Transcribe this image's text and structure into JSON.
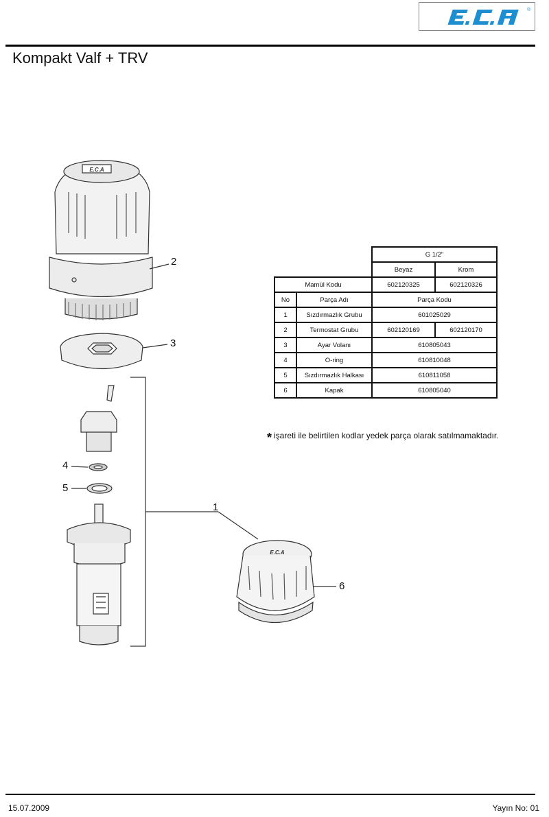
{
  "header": {
    "brand": "E.C.A",
    "registered": "®"
  },
  "page": {
    "title": "Kompakt Valf + TRV"
  },
  "callouts": {
    "c1": "1",
    "c2": "2",
    "c3": "3",
    "c4": "4",
    "c5": "5",
    "c6": "6"
  },
  "table": {
    "connection": "G 1/2\"",
    "color_white": "Beyaz",
    "color_chrome": "Krom",
    "product_code_label": "Mamül Kodu",
    "product_code_white": "602120325",
    "product_code_chrome": "602120326",
    "col_no": "No",
    "col_part_name": "Parça Adı",
    "col_part_code": "Parça Kodu",
    "rows": [
      {
        "no": "1",
        "name": "Sızdırmazlık Grubu",
        "code": "601025029"
      },
      {
        "no": "2",
        "name": "Termostat Grubu",
        "code_white": "602120169",
        "code_chrome": "602120170"
      },
      {
        "no": "3",
        "name": "Ayar Volanı",
        "code": "610805043"
      },
      {
        "no": "4",
        "name": "O-ring",
        "code": "610810048"
      },
      {
        "no": "5",
        "name": "Sızdırmazlık Halkası",
        "code": "610811058"
      },
      {
        "no": "6",
        "name": "Kapak",
        "code": "610805040"
      }
    ]
  },
  "note": {
    "star": "*",
    "text": "işareti ile belirtilen kodlar yedek parça olarak satılmamaktadır."
  },
  "footer": {
    "date": "15.07.2009",
    "revision": "Yayın No: 01"
  },
  "colors": {
    "logo_blue": "#1d8fd0",
    "rule": "#000000"
  }
}
